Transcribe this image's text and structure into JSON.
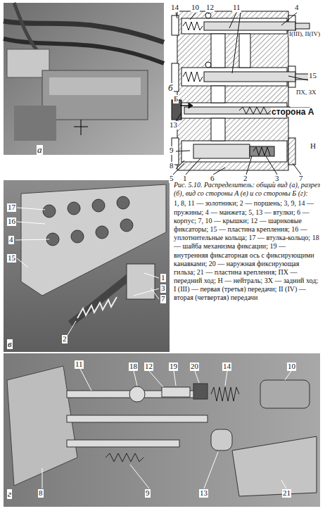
{
  "diagram": {
    "caption": "Рис. 5.10. Распределитель: общий вид (а), разрез (б), вид со стороны А (в) и со стороны Б (г):",
    "labels": [
      "а",
      "14",
      "10",
      "12",
      "11",
      "4",
      "I(III), II(IV)",
      "15",
      "ПХ, ЗХ",
      "Б",
      "сторона А",
      "б",
      "13",
      "9",
      "Н",
      "8",
      "5",
      "1",
      "6",
      "2",
      "3",
      "7",
      "17",
      "16",
      "4",
      "15",
      "1",
      "3",
      "7",
      "2",
      "в",
      "11",
      "18",
      "12",
      "19",
      "20",
      "14",
      "10",
      "8",
      "9",
      "13",
      "21",
      "г",
      "1, 8, 11 — золотники; 2 — поршень; 3, 9, 14 — пружины; 4 — манжета; 5, 13 — втулки; 6 — корпус; 7, 10 — крышки; 12 — шариковые фиксаторы; 15 — пластина крепления; 16 — уплотнительные кольца; 17 — втулка-кольцо; 18 — шайба механизма фиксации; 19 — внутренняя фиксаторная ось с фиксирующими канавками; 20 — наружная фиксирующая гильза; 21 — пластина крепления; ПХ — передний ход; Н — нейтраль; ЗХ — задний ход; I (III) — первая (третья) передачи; II (IV) — вторая (четвертая) передачи"
    ]
  }
}
